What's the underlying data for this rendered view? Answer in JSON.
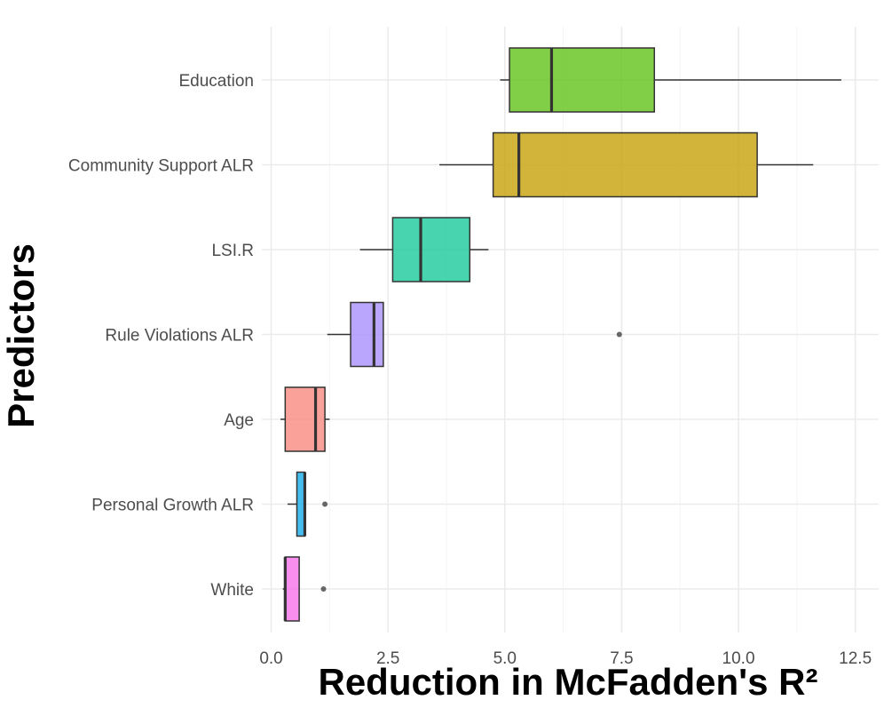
{
  "chart_data": {
    "type": "boxplot",
    "title": "",
    "xlabel": "Reduction in McFadden's R²",
    "ylabel": "Predictors",
    "xlim": [
      -0.2,
      13.0
    ],
    "x_ticks": [
      0.0,
      2.5,
      5.0,
      7.5,
      10.0,
      12.5
    ],
    "x_tick_labels": [
      "0.0",
      "2.5",
      "5.0",
      "7.5",
      "10.0",
      "12.5"
    ],
    "grid": true,
    "legend": "none",
    "categories": [
      "Education",
      "Community Support ALR ",
      "LSI.R",
      "Rule Violations ALR",
      "Age",
      "Personal Growth ALR",
      "White"
    ],
    "boxes": [
      {
        "label": "Education",
        "color": "#61c219",
        "whisker_low": 4.9,
        "q1": 5.1,
        "median": 6.0,
        "q3": 8.2,
        "whisker_high": 12.2,
        "outliers": []
      },
      {
        "label": "Community Support ALR ",
        "color": "#c8a10a",
        "whisker_low": 3.6,
        "q1": 4.75,
        "median": 5.3,
        "q3": 10.4,
        "whisker_high": 11.6,
        "outliers": []
      },
      {
        "label": "LSI.R",
        "color": "#19c99a",
        "whisker_low": 1.9,
        "q1": 2.6,
        "median": 3.2,
        "q3": 4.25,
        "whisker_high": 4.65,
        "outliers": []
      },
      {
        "label": "Rule Violations ALR",
        "color": "#aa90fd",
        "whisker_low": 1.2,
        "q1": 1.7,
        "median": 2.2,
        "q3": 2.4,
        "whisker_high": 2.4,
        "outliers": [
          7.45
        ]
      },
      {
        "label": "Age",
        "color": "#f98981",
        "whisker_low": 0.2,
        "q1": 0.3,
        "median": 0.95,
        "q3": 1.15,
        "whisker_high": 1.25,
        "outliers": []
      },
      {
        "label": "Personal Growth ALR",
        "color": "#17aee8",
        "whisker_low": 0.35,
        "q1": 0.55,
        "median": 0.72,
        "q3": 0.72,
        "whisker_high": 0.72,
        "outliers": [
          1.15
        ]
      },
      {
        "label": "White",
        "color": "#f872ea",
        "whisker_low": 0.25,
        "q1": 0.3,
        "median": 0.3,
        "q3": 0.6,
        "whisker_high": 0.6,
        "outliers": [
          1.12
        ]
      }
    ]
  }
}
